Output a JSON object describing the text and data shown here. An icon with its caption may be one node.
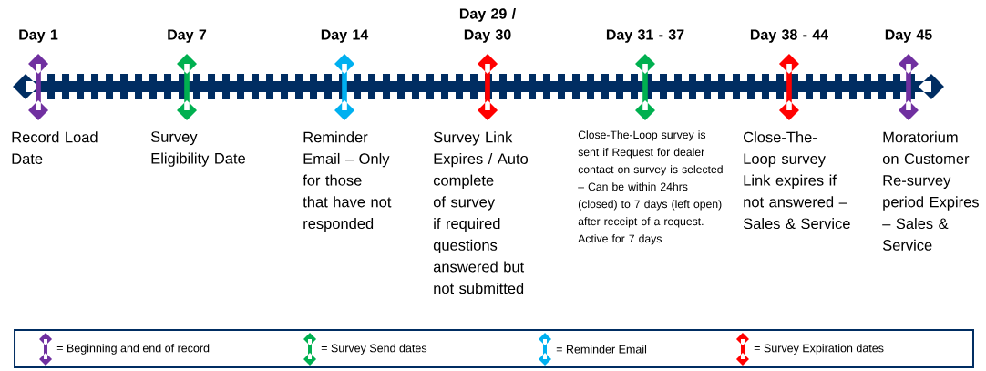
{
  "diagram": {
    "labels": [
      "Day 1",
      "Day 7",
      "Day 14",
      "Day 29 / Day 30",
      "Day 31 - 37",
      "Day 38 - 44",
      "Day 45",
      "Record Load Date",
      "Survey Eligibility Date",
      "Reminder Email – Only for those that have not responded",
      "Survey Link Expires / Auto complete of survey if required questions answered but not submitted",
      "Close-The-Loop survey is sent if Request for dealer contact on survey is selected – Can be within 24hrs (closed) to 7 days (left open) after receipt of a request.  Active for 7 days",
      "Close-The-Loop survey Link expires if not answered – Sales & Service",
      "Moratorium on Customer Re-survey period Expires – Sales & Service"
    ],
    "legend": [
      {
        "text": "= Beginning and end of record",
        "color": "#7030a0"
      },
      {
        "text": "= Survey Send dates",
        "color": "#00b050"
      },
      {
        "text": "= Reminder Email",
        "color": "#00b0f0"
      },
      {
        "text": "= Survey Expiration dates",
        "color": "#ff0000"
      }
    ]
  }
}
